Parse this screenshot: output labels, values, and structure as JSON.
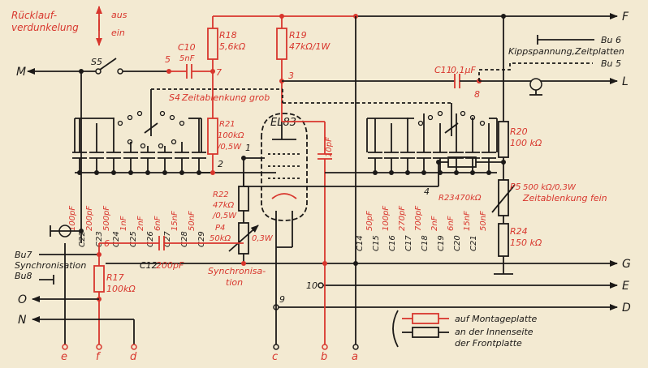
{
  "header": {
    "blanking_line1": "Rücklauf-",
    "blanking_line2": "verdunkelung",
    "blanking_on": "aus",
    "blanking_off": "ein"
  },
  "components": {
    "C10": "C10",
    "C10_val": "5nF",
    "R18": "R18",
    "R18_val": "5,6kΩ",
    "R19": "R19",
    "R19_val": "47kΩ/1W",
    "C11": "C11",
    "C11_val": "0,1μF",
    "S5": "S5",
    "S4": "S4",
    "S4_label": "Zeitablenkung grob",
    "R21": "R21",
    "R21_val1": "100kΩ",
    "R21_val2": "/0,5W",
    "tube": "EL83",
    "C_tube": "10pF",
    "R20": "R20",
    "R20_val": "100 kΩ",
    "R22": "R22",
    "R22_val1": "47kΩ",
    "R22_val2": "/0,5W",
    "P4": "P4",
    "P4_val1": "50kΩ",
    "P4_val2": "0,3W",
    "R23": "R23",
    "R23_val": "470kΩ",
    "P5": "P5",
    "P5_val": "500 kΩ/0,3W",
    "P5_label": "Zeitablenkung fein",
    "R24": "R24",
    "R24_val": "150 kΩ",
    "C12": "C12",
    "C12_val": "200pF",
    "R17": "R17",
    "R17_val": "100kΩ",
    "sync_label1": "Synchronisa-",
    "sync_label2": "tion",
    "sync_label_left": "Synchronisation"
  },
  "left_caps": {
    "names": [
      "C22",
      "C23",
      "C24",
      "C25",
      "C26",
      "C27",
      "C28",
      "C29"
    ],
    "values": [
      "100pF",
      "200pF",
      "500pF",
      "1nF",
      "2nF",
      "6nF",
      "15nF",
      "50nF"
    ]
  },
  "right_caps": {
    "names": [
      "C14",
      "C15",
      "C16",
      "C17",
      "C18",
      "C19",
      "C20",
      "C21"
    ],
    "values": [
      "50pF",
      "100pF",
      "270pF",
      "700pF",
      "2nF",
      "6nF",
      "15nF",
      "50nF"
    ]
  },
  "nodes": {
    "n1": "1",
    "n2": "2",
    "n3": "3",
    "n4": "4",
    "n5": "5",
    "n6": "6",
    "n7": "7",
    "n8": "8",
    "n9": "9",
    "n10": "10"
  },
  "terminals": {
    "F": "F",
    "L": "L",
    "G": "G",
    "E": "E",
    "D": "D",
    "M": "M",
    "O": "O",
    "N": "N",
    "e": "e",
    "f": "f",
    "d": "d",
    "c": "c",
    "b": "b",
    "a": "a",
    "Bu5": "Bu 5",
    "Bu6": "Bu 6",
    "Bu7": "Bu7",
    "Bu8": "Bu8",
    "kipp": "Kippspannung,Zeitplatten"
  },
  "legend": {
    "red_label": "auf Montageplatte",
    "black_label1": "an der Innenseite",
    "black_label2": "der Frontplatte"
  },
  "colors": {
    "red": "#d8362d",
    "black": "#1c1a18",
    "paper": "#f3ead2"
  }
}
